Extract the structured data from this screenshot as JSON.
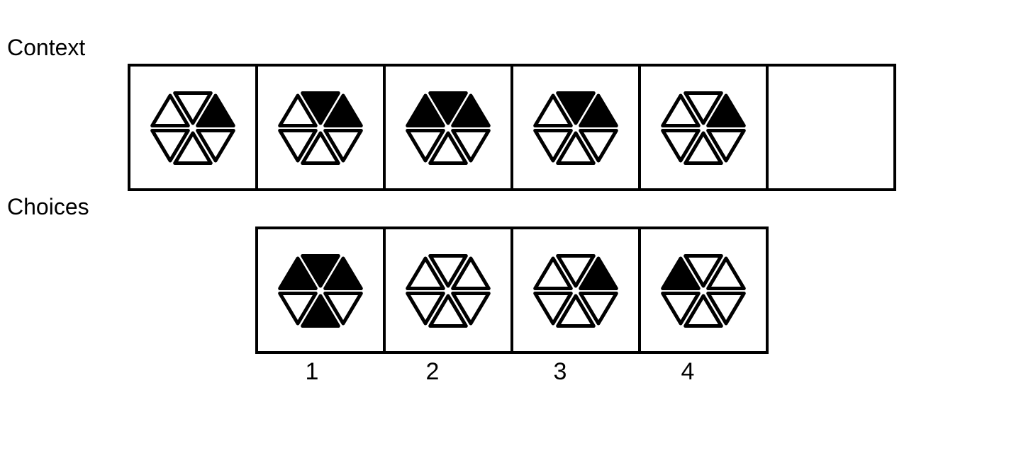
{
  "labels": {
    "context": "Context",
    "choices": "Choices"
  },
  "colors": {
    "ink": "#000000",
    "background": "#ffffff"
  },
  "glyph": {
    "description_keys": [
      "top-left",
      "top-center",
      "top-right",
      "bottom-left",
      "bottom-center",
      "bottom-right"
    ]
  },
  "context": [
    {
      "filled": [
        false,
        false,
        true,
        false,
        false,
        false
      ]
    },
    {
      "filled": [
        false,
        true,
        true,
        false,
        false,
        false
      ]
    },
    {
      "filled": [
        true,
        true,
        true,
        false,
        false,
        false
      ]
    },
    {
      "filled": [
        false,
        true,
        true,
        false,
        false,
        false
      ]
    },
    {
      "filled": [
        false,
        false,
        true,
        false,
        false,
        false
      ]
    },
    {
      "empty": true
    }
  ],
  "choices": [
    {
      "number": "1",
      "filled": [
        true,
        true,
        true,
        false,
        true,
        false
      ]
    },
    {
      "number": "2",
      "filled": [
        false,
        false,
        false,
        false,
        false,
        false
      ]
    },
    {
      "number": "3",
      "filled": [
        false,
        false,
        true,
        false,
        false,
        false
      ]
    },
    {
      "number": "4",
      "filled": [
        true,
        false,
        false,
        false,
        false,
        false
      ]
    }
  ]
}
